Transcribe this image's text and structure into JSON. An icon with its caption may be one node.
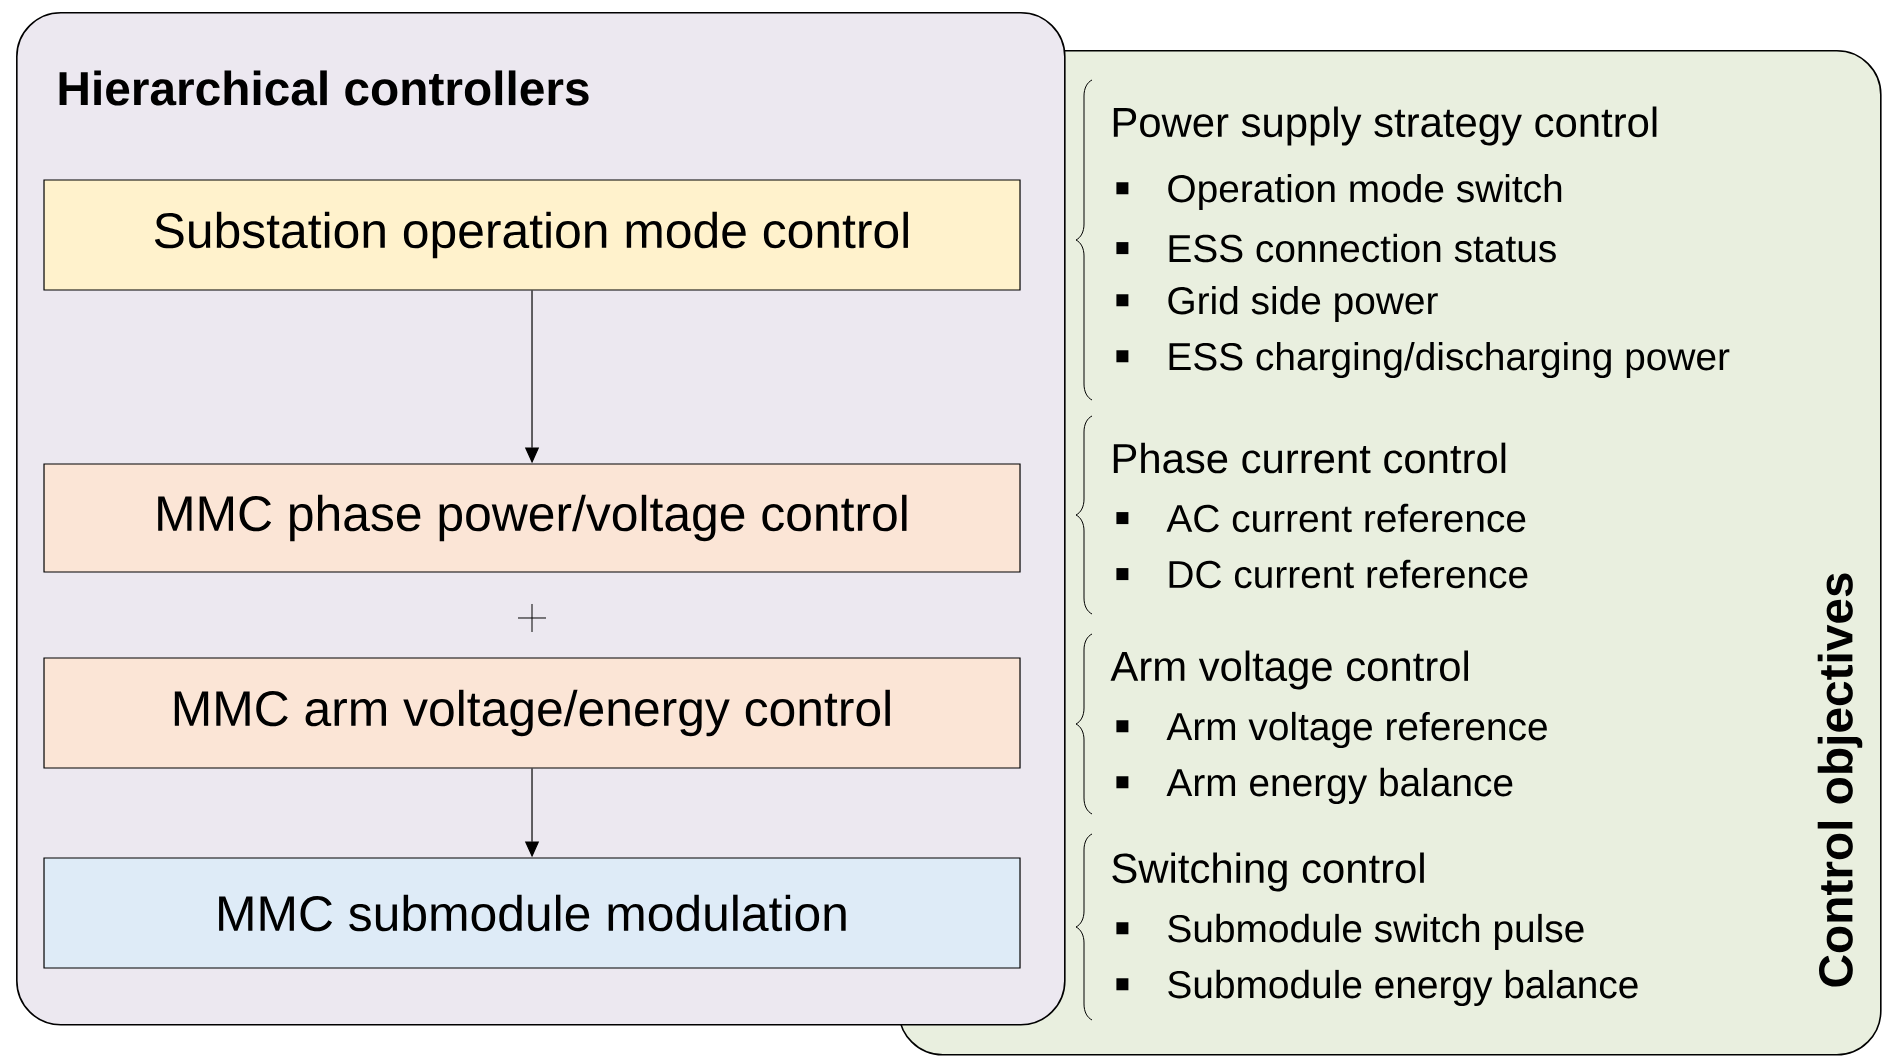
{
  "diagram": {
    "nodes": [
      {
        "text": [
          "Hierarchical controllers"
        ]
      },
      {
        "text": [
          "Substation operation mode control"
        ],
        "in": 0
      },
      {
        "text": [
          "MMC phase power/voltage control"
        ],
        "in": 0
      },
      {
        "text": [
          "MMC arm voltage/energy control"
        ],
        "in": 0
      },
      {
        "text": [
          "MMC submodule modulation"
        ],
        "in": 0
      },
      {
        "text": [
          "Control objectives"
        ]
      },
      {
        "text": [
          "Power supply strategy control",
          "Operation mode switch",
          "ESS connection status",
          "Grid side power",
          "ESS charging/discharging power"
        ],
        "in": 5
      },
      {
        "text": [
          "Phase current control",
          "AC current reference",
          "DC current reference"
        ],
        "in": 5
      },
      {
        "text": [
          "Arm voltage control",
          "Arm voltage reference",
          "Arm energy balance"
        ],
        "in": 5
      },
      {
        "text": [
          "Switching control",
          "Submodule switch pulse",
          "Submodule energy balance"
        ],
        "in": 5
      }
    ],
    "edges": [
      {
        "from": 1,
        "to": 2,
        "arrow": "to"
      },
      {
        "from": 3,
        "to": 4,
        "arrow": "to"
      }
    ]
  }
}
